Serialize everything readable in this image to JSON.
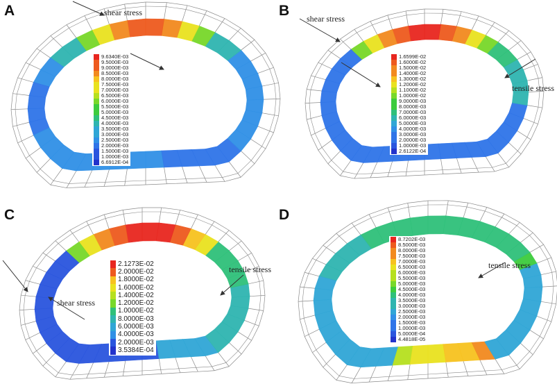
{
  "panels": [
    {
      "id": "A",
      "letter": "A",
      "annotations": [
        "shear stress"
      ],
      "legend": [
        "9.6340E-03",
        "9.5000E-03",
        "9.0000E-03",
        "8.5000E-03",
        "8.0000E-03",
        "7.5000E-03",
        "7.0000E-03",
        "6.5000E-03",
        "6.0000E-03",
        "5.5000E-03",
        "5.0000E-03",
        "4.5000E-03",
        "4.0000E-03",
        "3.5000E-03",
        "3.0000E-03",
        "2.5000E-03",
        "2.0000E-03",
        "1.5000E-03",
        "1.0000E-03",
        "6.6912E-04"
      ]
    },
    {
      "id": "B",
      "letter": "B",
      "annotations": [
        "shear stress",
        "tensile stress"
      ],
      "legend": [
        "1.6599E-02",
        "1.6000E-02",
        "1.5000E-02",
        "1.4000E-02",
        "1.3000E-02",
        "1.2000E-02",
        "1.1000E-02",
        "1.0000E-02",
        "9.0000E-03",
        "8.0000E-03",
        "7.0000E-03",
        "6.0000E-03",
        "5.0000E-03",
        "4.0000E-03",
        "3.0000E-03",
        "2.0000E-03",
        "1.0000E-03",
        "2.6122E-04"
      ]
    },
    {
      "id": "C",
      "letter": "C",
      "annotations": [
        "tensile stress",
        "shear stress"
      ],
      "legend": [
        "2.1273E-02",
        "2.0000E-02",
        "1.8000E-02",
        "1.6000E-02",
        "1.4000E-02",
        "1.2000E-02",
        "1.0000E-02",
        "8.0000E-03",
        "6.0000E-03",
        "4.0000E-03",
        "2.0000E-03",
        "3.5384E-04"
      ]
    },
    {
      "id": "D",
      "letter": "D",
      "annotations": [
        "tensile stress"
      ],
      "legend": [
        "8.7202E-03",
        "8.5000E-03",
        "8.0000E-03",
        "7.5000E-03",
        "7.0000E-03",
        "6.5000E-03",
        "6.0000E-03",
        "5.5000E-03",
        "5.0000E-03",
        "4.5000E-03",
        "4.0000E-03",
        "3.5000E-03",
        "3.0000E-03",
        "2.5000E-03",
        "2.0000E-03",
        "1.5000E-03",
        "1.0000E-03",
        "5.0000E-04",
        "4.4818E-05"
      ]
    }
  ],
  "colors": {
    "scale": [
      "#e8261f",
      "#ee5a1e",
      "#f28a1f",
      "#f7c21f",
      "#e9e21f",
      "#b6e01f",
      "#78d82a",
      "#3dcc3d",
      "#2fc07a",
      "#2fb5b0",
      "#30a6d6",
      "#3090e6",
      "#2f74e8",
      "#2a55de",
      "#2233cc"
    ],
    "wireframe": "#8a8a8a"
  }
}
